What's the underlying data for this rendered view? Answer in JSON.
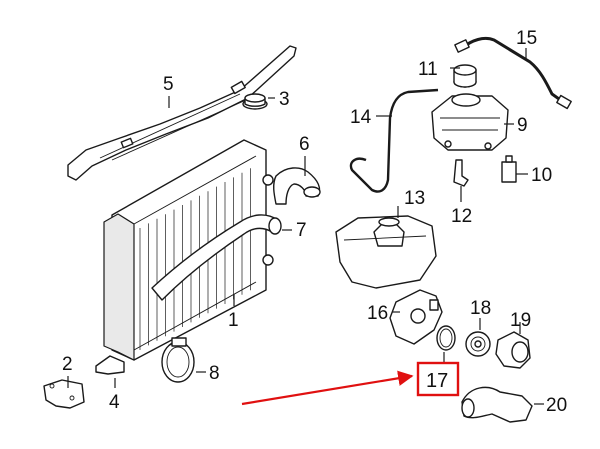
{
  "callouts": {
    "c1": "1",
    "c2": "2",
    "c3": "3",
    "c4": "4",
    "c5": "5",
    "c6": "6",
    "c7": "7",
    "c8": "8",
    "c9": "9",
    "c10": "10",
    "c11": "11",
    "c12": "12",
    "c13": "13",
    "c14": "14",
    "c15": "15",
    "c16": "16",
    "c17": "17",
    "c18": "18",
    "c19": "19",
    "c20": "20"
  },
  "highlight": {
    "part": "17",
    "box_color": "#e01010",
    "arrow_color": "#e01010"
  }
}
